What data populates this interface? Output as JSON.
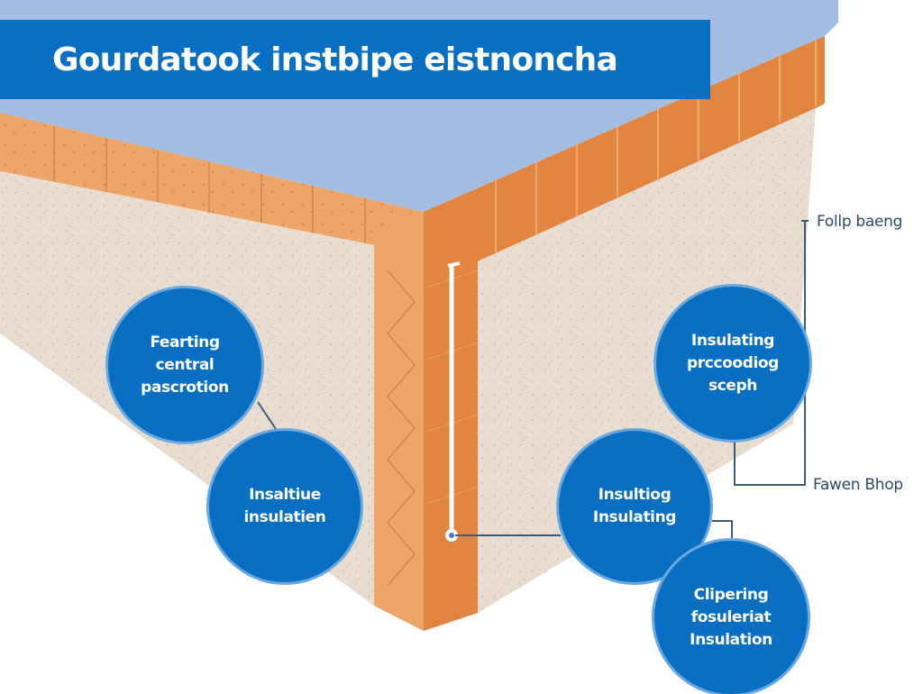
{
  "title": "Gourdatook instbipe eistnoncha",
  "colors": {
    "top_face": "#a4bde3",
    "brick_light": "#eea56a",
    "brick_dark": "#e0843f",
    "wall_beige": "#e8ddd0",
    "bubble_blue": "#0a6fc2",
    "connector": "#3d5a7a",
    "label_text": "#2f4a66"
  },
  "bubbles": [
    {
      "id": "fearting",
      "text": "Fearting\ncentral\npascrotion"
    },
    {
      "id": "insaltiue",
      "text": "Insaltiue\ninsulatien"
    },
    {
      "id": "insulating-proc",
      "text": "Insulating\nprccoodiog\nsceph"
    },
    {
      "id": "insultiog",
      "text": "Insultiog\nInsulating"
    },
    {
      "id": "clipering",
      "text": "Clipering\nfosuleriat\nInsulation"
    }
  ],
  "side_labels": {
    "top": "Follp baeng",
    "bottom": "Fawen Bhop"
  }
}
